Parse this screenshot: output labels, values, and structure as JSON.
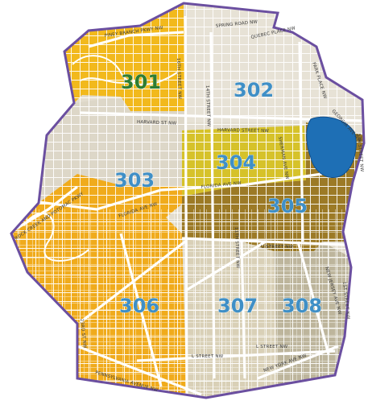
{
  "map": {
    "zones": [
      {
        "id": "301",
        "label": "301",
        "color": "#f2b91c"
      },
      {
        "id": "302",
        "label": "302",
        "color": "#e7e2d6"
      },
      {
        "id": "303",
        "label": "303",
        "color": "#ddd7c8"
      },
      {
        "id": "304",
        "label": "304",
        "color": "#d6c22a"
      },
      {
        "id": "305",
        "label": "305",
        "color": "#9c7a26"
      },
      {
        "id": "306",
        "label": "306",
        "color": "#f0ab1c"
      },
      {
        "id": "307",
        "label": "307",
        "color": "#d9d0b7"
      },
      {
        "id": "308",
        "label": "308",
        "color": "#bdb59c"
      }
    ],
    "streets": {
      "piney_branch": "PINEY BRANCH PKWY NW",
      "spring_road": "SPRING ROAD NW",
      "quebec": "QUEBEC PLACE NW",
      "park_place": "PARK PLACE NW",
      "harvard_w": "HARVARD ST NW",
      "harvard_e": "HARVARD STREET NW",
      "sixteenth": "16TH STREET NW",
      "fourteenth": "14TH STREET NW",
      "eleventh": "11TH STREET NW",
      "georgia": "GEORGIA AVE NW",
      "sherman": "SHERMAN AVE NW",
      "fifth": "5TH STREET NW",
      "first": "1ST STREET NW",
      "rock_creek": "ROCK CREEK AND POTOMAC PKWY",
      "florida_w": "FLORIDA AVE NW",
      "florida_e": "FLORIDA AVE NW",
      "u_street": "U STREET NW",
      "new_jersey": "NEW JERSEY AVE NW",
      "l_street_w": "L STREET NW",
      "l_street_e": "L STREET NW",
      "new_york": "NEW YORK AVE NW",
      "pennsylvania": "PENNSYLVANIA AVENUE NW",
      "twentythird": "23RD ST NW"
    },
    "colors": {
      "boundary": "#6b4fa0",
      "water": "#1e6fb5",
      "label_blue": "#3f8fc6",
      "label_green": "#2e7d32",
      "street": "#ffffff"
    }
  }
}
